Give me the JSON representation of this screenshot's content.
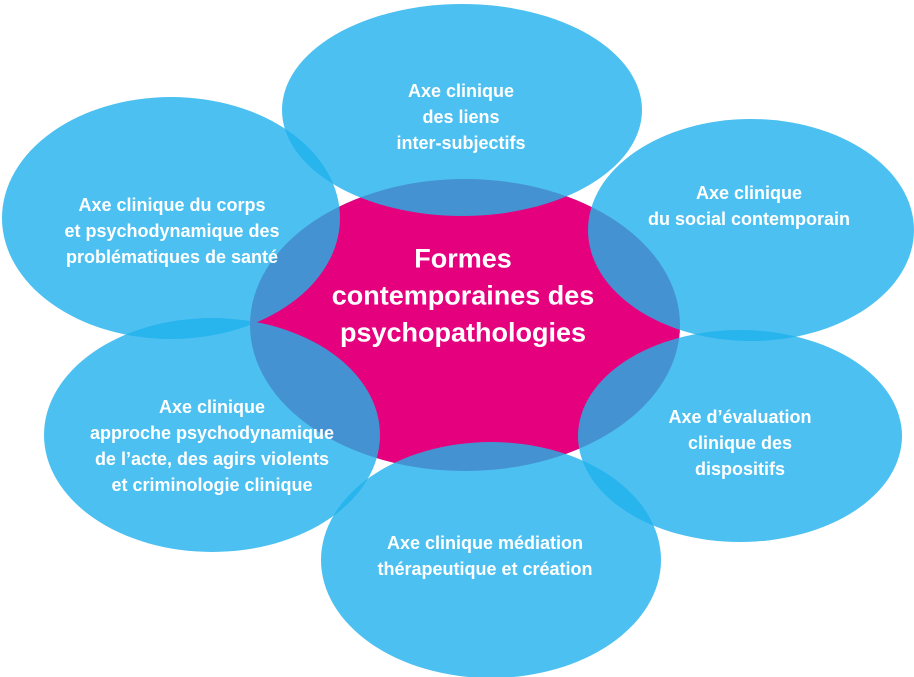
{
  "colors": {
    "outer": "#1fb0ec",
    "center_overlap": "#4592d2",
    "core": "#e5007e",
    "text": "#ffffff"
  },
  "center": {
    "lines": [
      "Formes",
      "contemporaines des",
      "psychopathologies"
    ]
  },
  "axes": [
    {
      "id": "top",
      "lines": [
        "Axe clinique",
        "des liens",
        "inter-subjectifs"
      ]
    },
    {
      "id": "top-right",
      "lines": [
        "Axe clinique",
        "du social contemporain"
      ]
    },
    {
      "id": "right",
      "lines": [
        "Axe d’évaluation",
        "clinique des",
        "dispositifs"
      ]
    },
    {
      "id": "bottom",
      "lines": [
        "Axe clinique médiation",
        "thérapeutique et création"
      ]
    },
    {
      "id": "bottom-left",
      "lines": [
        "Axe clinique",
        "approche psychodynamique",
        "de l’acte, des agirs violents",
        "et criminologie clinique"
      ]
    },
    {
      "id": "top-left",
      "lines": [
        "Axe clinique du corps",
        "et psychodynamique des",
        "problématiques de santé"
      ]
    }
  ]
}
